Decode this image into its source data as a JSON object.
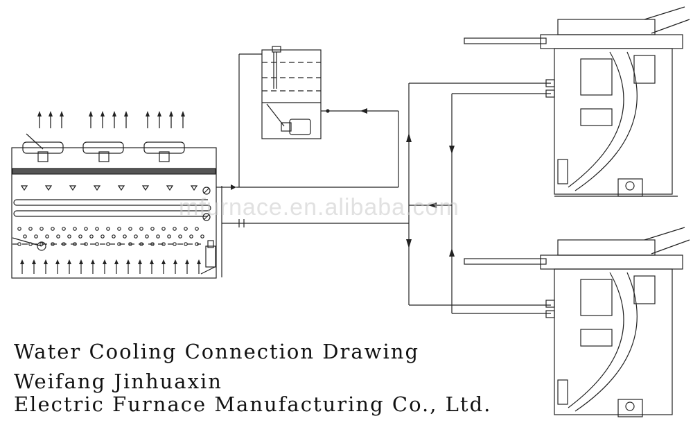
{
  "diagram": {
    "title": "Water Cooling Connection Drawing",
    "company_line1": "Weifang Jinhuaxin",
    "company_line2": "Electric Furnace Manufacturing Co., Ltd.",
    "watermark": "mfurnace.en.alibaba.com"
  },
  "components": {
    "cooling_tower": "closed-circuit cooling tower with fans and spray nozzles",
    "water_tank": "expansion water tank with pump",
    "furnaces": 2
  },
  "colors": {
    "line": "#222222",
    "background": "#ffffff"
  }
}
